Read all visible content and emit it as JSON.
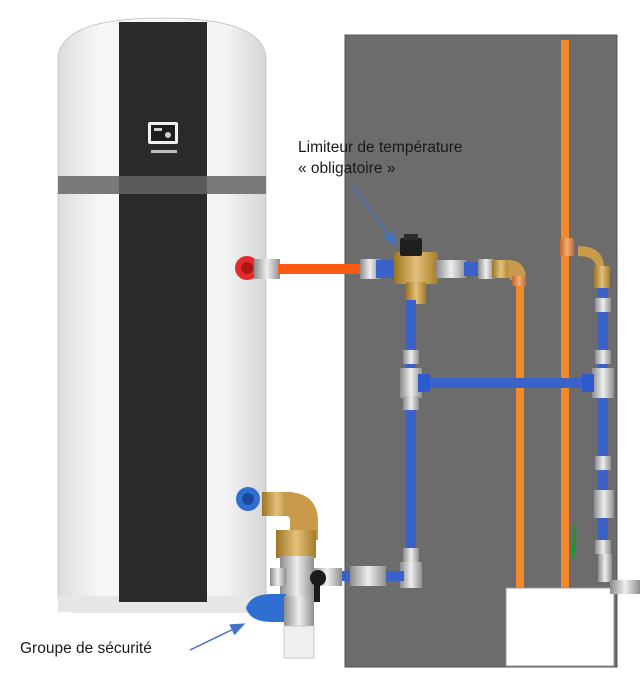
{
  "annotations": {
    "temperature_limiter_line1": "Limiteur de température",
    "temperature_limiter_line2": "« obligatoire »",
    "safety_group": "Groupe de sécurité"
  },
  "colors": {
    "wall": "#6c6c6c",
    "hot_pipe": "#f58a2a",
    "hot_outlet_pipe": "#ff5a14",
    "cold_pipe": "#3b62c8",
    "brass": "#c79a45",
    "arrow": "#4472c4",
    "tank_body": "#f4f4f4",
    "tank_panel": "#2a2a2c",
    "hot_connector": "#e42a2a",
    "cold_connector": "#2f6fd1"
  },
  "icons": {
    "hot_water_outlet": "red-connector-icon",
    "cold_water_inlet": "blue-connector-icon",
    "control_display": "display-screen-icon"
  }
}
